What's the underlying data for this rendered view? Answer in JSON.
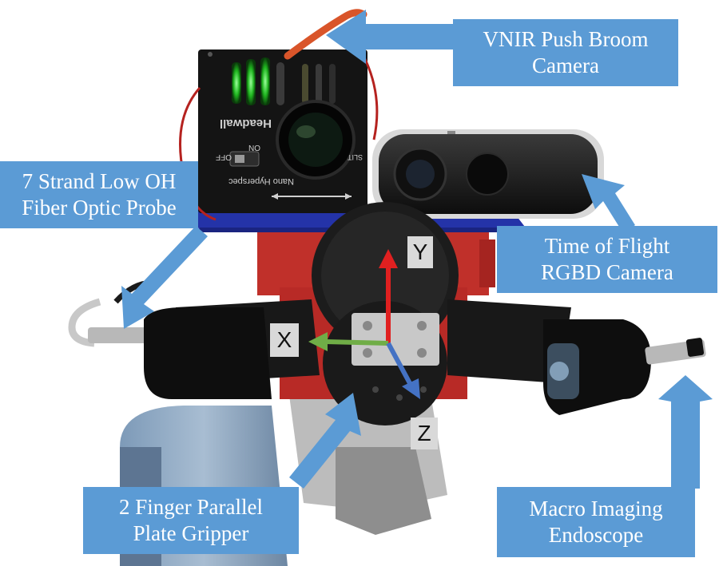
{
  "labels": {
    "vnir": {
      "line1": "VNIR Push Broom",
      "line2": "Camera"
    },
    "fiber": {
      "line1": "7 Strand Low OH",
      "line2": "Fiber Optic Probe"
    },
    "tof": {
      "line1": "Time of Flight",
      "line2": "RGBD Camera"
    },
    "gripper": {
      "line1": "2 Finger Parallel",
      "line2": "Plate Gripper"
    },
    "endoscope": {
      "line1": "Macro Imaging",
      "line2": "Endoscope"
    }
  },
  "axes": {
    "x": "X",
    "y": "Y",
    "z": "Z"
  },
  "camera_text": {
    "brand": "Headwall",
    "model": "Nano Hyperspec",
    "on": "ON",
    "off": "OFF",
    "slit": "SLIT"
  },
  "colors": {
    "callout": "#5b9bd5",
    "axis_x": "#70ad47",
    "axis_y": "#e02020",
    "axis_z": "#4472c4",
    "mount": "#c0302a",
    "plate": "#2433a8"
  }
}
